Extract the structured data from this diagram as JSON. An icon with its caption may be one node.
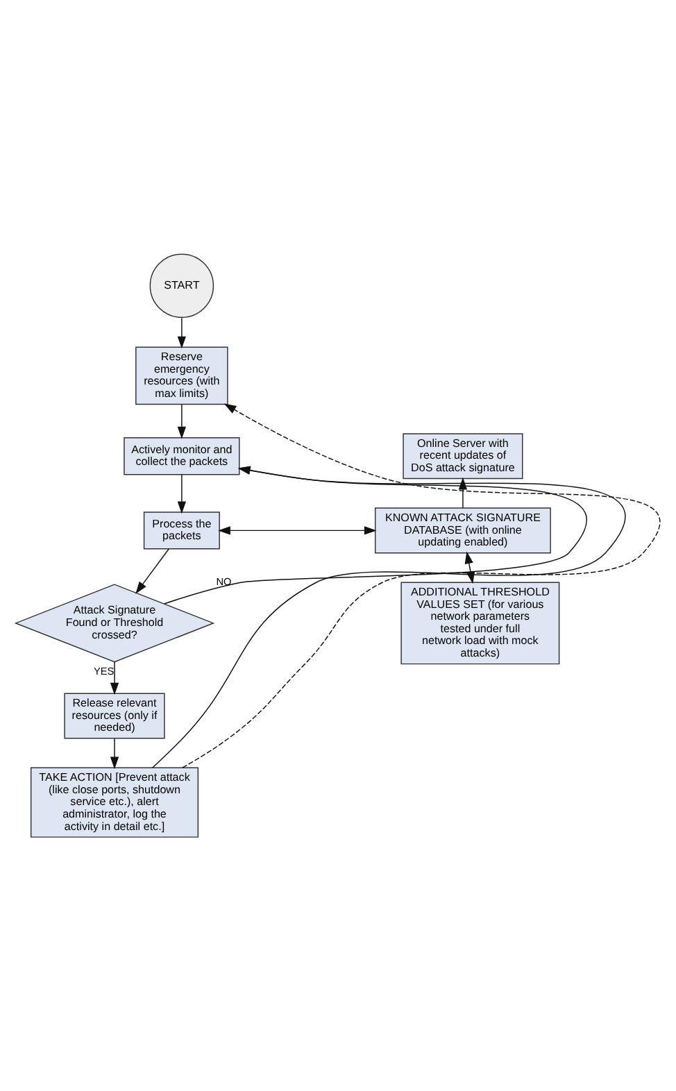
{
  "diagram": {
    "nodes": [
      {
        "text": [
          "START"
        ]
      },
      {
        "text": [
          "Reserve emergency resources (with max limits)"
        ]
      },
      {
        "text": [
          "Actively monitor and collect the packets"
        ]
      },
      {
        "text": [
          "Process the packets"
        ]
      },
      {
        "text": [
          "Attack Signature Found or Threshold crossed?"
        ]
      },
      {
        "text": [
          "Release relevant resources (only if needed)"
        ]
      },
      {
        "text": [
          "TAKE ACTION [Prevent attack (like close ports, shutdown service etc.), alert administrator, log the activity in detail etc.]"
        ]
      },
      {
        "text": [
          "Online Server with recent updates of DoS attack signature"
        ]
      },
      {
        "text": [
          "KNOWN ATTACK SIGNATURE DATABASE (with online updating enabled)"
        ]
      },
      {
        "text": [
          "ADDITIONAL THRESHOLD VALUES SET (for various network parameters tested under full network load with mock attacks)"
        ]
      }
    ],
    "edges": [
      {
        "from": 0,
        "to": 1,
        "arrow": "to"
      },
      {
        "from": 1,
        "to": 2,
        "arrow": "to"
      },
      {
        "from": 2,
        "to": 3,
        "arrow": "to"
      },
      {
        "from": 3,
        "to": 8,
        "arrow": "both"
      },
      {
        "from": 3,
        "to": 4,
        "arrow": "to"
      },
      {
        "from": 4,
        "to": 5,
        "label": "YES",
        "arrow": "to"
      },
      {
        "from": 5,
        "to": 6,
        "arrow": "to"
      },
      {
        "from": 4,
        "to": 2,
        "label": "NO",
        "arrow": "to"
      },
      {
        "from": 6,
        "to": 2,
        "arrow": "to"
      },
      {
        "from": 6,
        "to": 1,
        "arrow": "to",
        "style": "dashed"
      },
      {
        "from": 8,
        "to": 7,
        "arrow": "to"
      },
      {
        "from": 8,
        "to": 9,
        "arrow": "both"
      }
    ]
  }
}
